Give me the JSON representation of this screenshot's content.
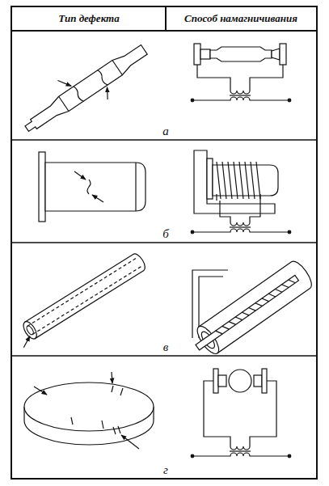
{
  "diagram": {
    "labels": [
      "Тип дефекта",
      "Способ намагничивания",
      "а",
      "б",
      "в",
      "г"
    ]
  }
}
